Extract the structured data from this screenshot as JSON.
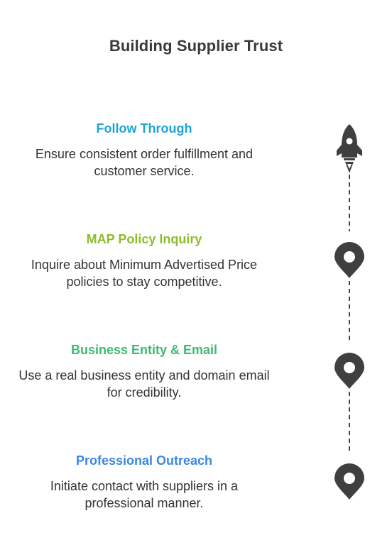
{
  "title": "Building Supplier Trust",
  "steps": [
    {
      "title": "Follow Through",
      "description": "Ensure consistent order fulfillment and customer service.",
      "color": "#1fa3d6",
      "icon": "rocket-icon"
    },
    {
      "title": "MAP Policy Inquiry",
      "description": "Inquire about Minimum Advertised Price policies to stay competitive.",
      "color": "#8fbc2f",
      "icon": "map-pin-icon"
    },
    {
      "title": "Business Entity & Email",
      "description": "Use a real business entity and domain email for credibility.",
      "color": "#3cba72",
      "icon": "map-pin-icon"
    },
    {
      "title": "Professional Outreach",
      "description": "Initiate contact with suppliers in a professional manner.",
      "color": "#3d86e0",
      "icon": "map-pin-icon"
    }
  ],
  "icon_color": "#3f3f3f"
}
